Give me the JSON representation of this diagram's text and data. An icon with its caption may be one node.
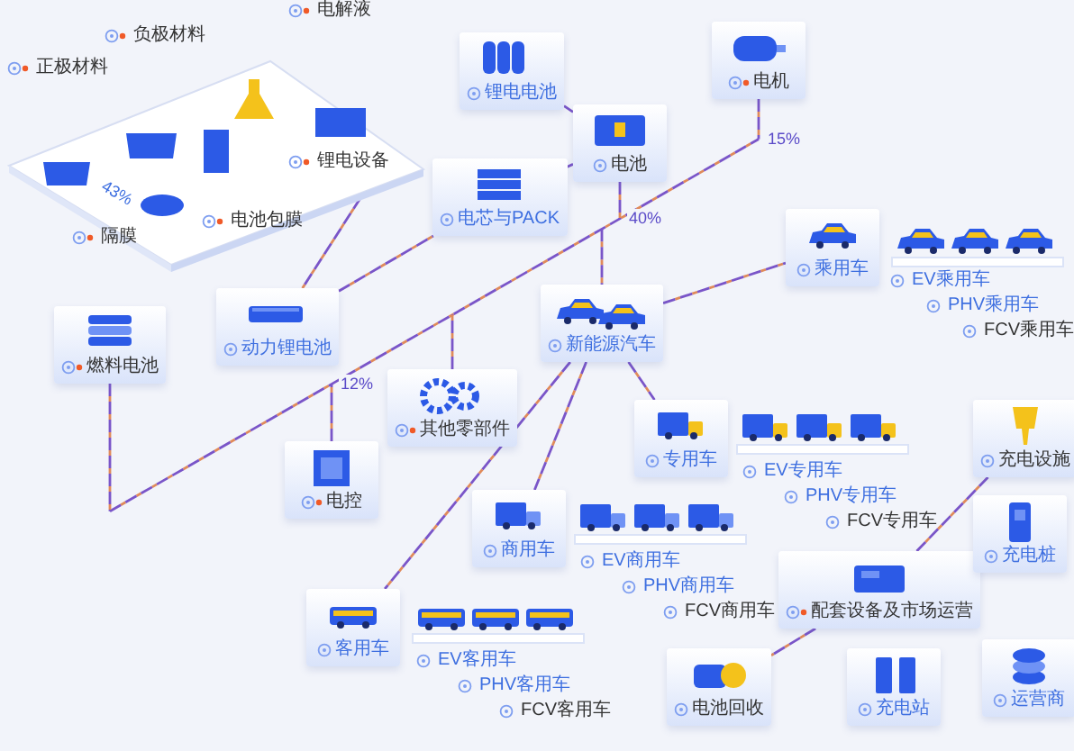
{
  "diagram": {
    "nodes": [
      {
        "text": [],
        "shape": "box"
      },
      {
        "text": [
          "电解液"
        ]
      },
      {
        "text": [
          "负极材料"
        ]
      },
      {
        "text": [
          "正极材料"
        ]
      },
      {
        "text": [
          "锂电设备"
        ],
        "in": 0
      },
      {
        "text": [
          "电池包膜"
        ],
        "in": 0
      },
      {
        "text": [
          "隔膜"
        ],
        "in": 0
      },
      {
        "text": [
          "锂电电池"
        ]
      },
      {
        "text": [
          "动力锂电池"
        ]
      },
      {
        "text": [
          "电池"
        ]
      },
      {
        "text": [
          "电机"
        ]
      },
      {
        "text": [
          "电芯与PACK"
        ]
      },
      {
        "text": [
          "燃料电池"
        ]
      },
      {
        "text": [
          "其他零部件"
        ]
      },
      {
        "text": [
          "电控"
        ]
      },
      {
        "text": [
          "新能源汽车"
        ]
      },
      {
        "text": [
          "乘用车"
        ]
      },
      {
        "text": [
          "EV乘用车"
        ]
      },
      {
        "text": [
          "PHV乘用车"
        ]
      },
      {
        "text": [
          "FCV乘用车"
        ]
      },
      {
        "text": [
          "专用车"
        ]
      },
      {
        "text": [
          "EV专用车"
        ]
      },
      {
        "text": [
          "PHV专用车"
        ]
      },
      {
        "text": [
          "FCV专用车"
        ]
      },
      {
        "text": [
          "商用车"
        ]
      },
      {
        "text": [
          "EV商用车"
        ]
      },
      {
        "text": [
          "PHV商用车"
        ]
      },
      {
        "text": [
          "FCV商用车"
        ]
      },
      {
        "text": [
          "客用车"
        ]
      },
      {
        "text": [
          "EV客用车"
        ]
      },
      {
        "text": [
          "PHV客用车"
        ]
      },
      {
        "text": [
          "FCV客用车"
        ]
      },
      {
        "text": [
          "配套设备及市场运营"
        ]
      },
      {
        "text": [
          "充电设施"
        ]
      },
      {
        "text": [
          "充电桩"
        ]
      },
      {
        "text": [
          "充电站"
        ]
      },
      {
        "text": [
          "运营商"
        ]
      },
      {
        "text": [
          "电池回收"
        ]
      }
    ],
    "edges": [
      {
        "from": 0,
        "to": 8,
        "arrow": "none"
      },
      {
        "from": 8,
        "to": 11,
        "arrow": "none"
      },
      {
        "from": 7,
        "to": 9,
        "arrow": "none"
      },
      {
        "from": 11,
        "to": 9,
        "arrow": "none"
      },
      {
        "from": 9,
        "to": 15,
        "arrow": "none",
        "label": "40%"
      },
      {
        "from": 10,
        "to": 15,
        "arrow": "none",
        "label": "15%"
      },
      {
        "from": 12,
        "to": 15,
        "arrow": "none"
      },
      {
        "from": 13,
        "to": 15,
        "arrow": "none"
      },
      {
        "from": 14,
        "to": 15,
        "arrow": "none",
        "label": "12%"
      },
      {
        "from": 15,
        "to": 16,
        "arrow": "none"
      },
      {
        "from": 15,
        "to": 20,
        "arrow": "none"
      },
      {
        "from": 15,
        "to": 24,
        "arrow": "none"
      },
      {
        "from": 15,
        "to": 28,
        "arrow": "none"
      },
      {
        "from": 32,
        "to": 33,
        "arrow": "none"
      },
      {
        "from": 32,
        "to": 37,
        "arrow": "none"
      }
    ],
    "labels": [
      "43%"
    ]
  }
}
